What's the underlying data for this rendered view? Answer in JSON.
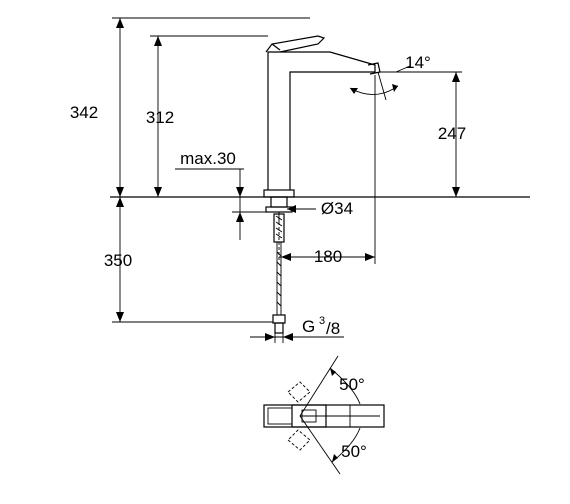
{
  "dimensions": {
    "total_height": "342",
    "spout_height": "312",
    "spout_angle": "14°",
    "outlet_height": "247",
    "max_counter": "max.30",
    "hole_diameter": "Ø34",
    "spout_reach": "180",
    "hose_length": "350",
    "thread_main": "G",
    "thread_sup": "3",
    "thread_sub": "/8",
    "rotation_top": "50°",
    "rotation_bottom": "50°"
  }
}
